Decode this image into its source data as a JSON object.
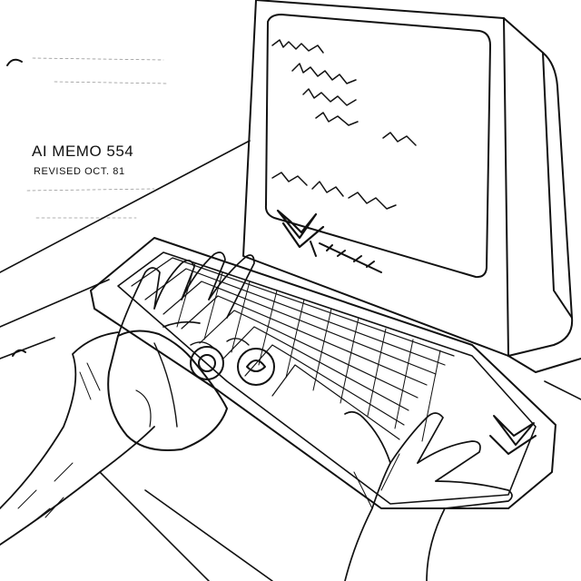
{
  "memo": {
    "title": "AI MEMO 554",
    "revised": "REVISED OCT. 81"
  },
  "illustration": {
    "subject": "alien-typing-at-computer-terminal",
    "ink_color": "#111111",
    "paper_color": "#ffffff"
  }
}
